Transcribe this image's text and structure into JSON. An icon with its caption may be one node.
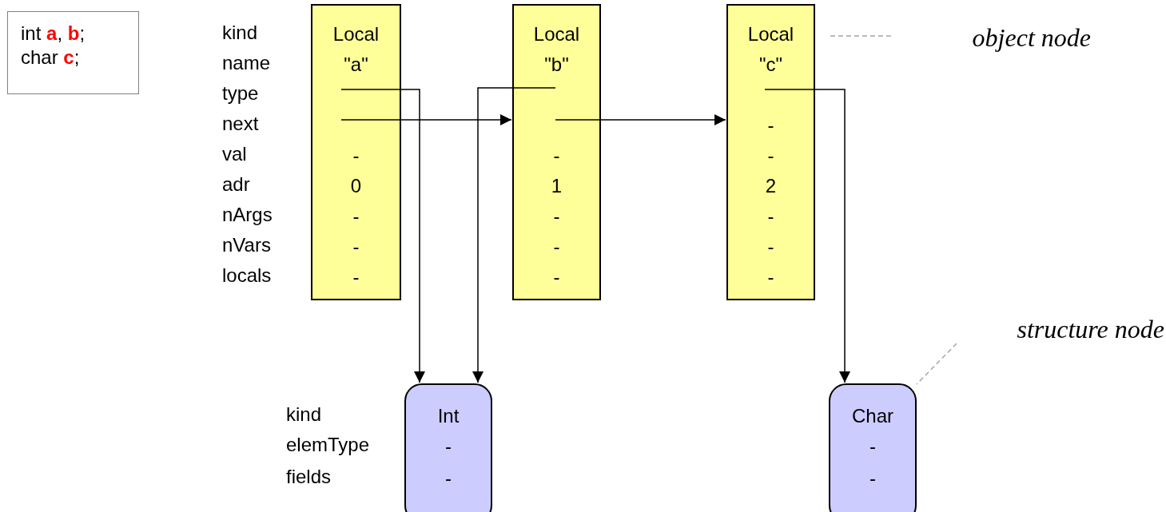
{
  "diagram": {
    "nodes": [
      {
        "text": [
          "int **a**, **b**; char **c**;"
        ]
      },
      {
        "text": [
          "Local",
          "\"a\"",
          "-",
          "0",
          "-",
          "-",
          "-"
        ]
      },
      {
        "text": [
          "Local",
          "\"b\"",
          "-",
          "1",
          "-",
          "-",
          "-"
        ]
      },
      {
        "text": [
          "Local",
          "\"c\"",
          "-",
          "-",
          "2",
          "-",
          "-",
          "-"
        ]
      },
      {
        "text": [
          "object node"
        ]
      },
      {
        "text": [
          "structure node"
        ]
      },
      {
        "text": [
          "Int",
          "-",
          "-"
        ]
      },
      {
        "text": [
          "Char",
          "-",
          "-"
        ]
      }
    ],
    "edges": [
      {
        "from": 1,
        "to": 6,
        "arrow": "to"
      },
      {
        "from": 1,
        "to": 2,
        "arrow": "to"
      },
      {
        "from": 2,
        "to": 6,
        "arrow": "to"
      },
      {
        "from": 2,
        "to": 3,
        "arrow": "to"
      },
      {
        "from": 3,
        "to": 7,
        "arrow": "to"
      },
      {
        "from": 4,
        "to": 3,
        "arrow": "none",
        "style": "dashed",
        "color": "#a6a6a6"
      },
      {
        "from": 5,
        "to": 7,
        "arrow": "none",
        "style": "dashed",
        "color": "#a6a6a6"
      }
    ],
    "labels": [
      "kind",
      "name",
      "type",
      "next",
      "val",
      "adr",
      "nArgs",
      "nVars",
      "locals",
      "kind",
      "elemType",
      "fields"
    ]
  }
}
